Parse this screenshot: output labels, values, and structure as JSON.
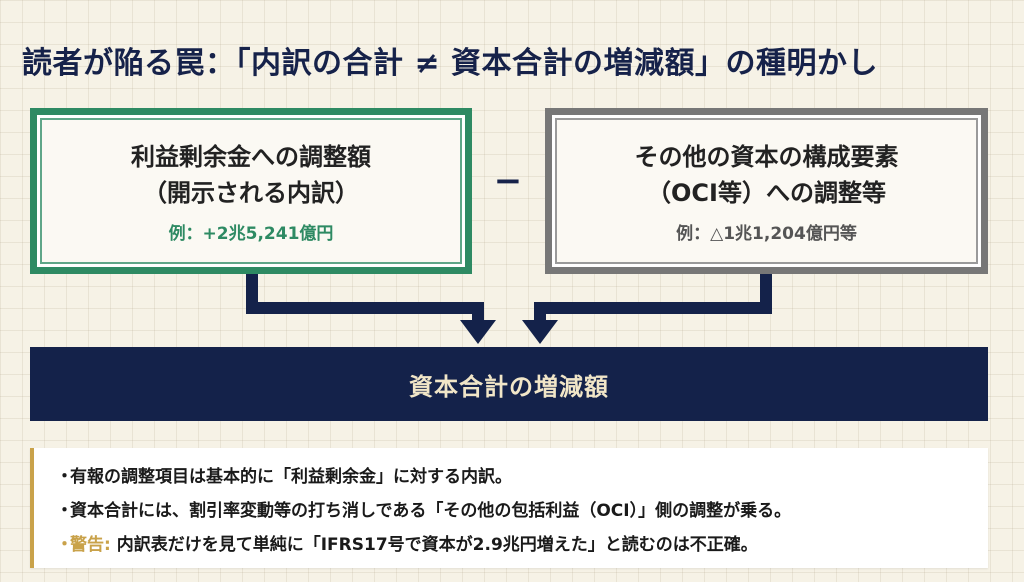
{
  "title": "読者が陥る罠：「内訳の合計 ≠ 資本合計の増減額」の種明かし",
  "left_box": {
    "title_line1": "利益剰余金への調整額",
    "title_line2": "（開示される内訳）",
    "example": "例：+2兆5,241億円"
  },
  "operator": "−",
  "right_box": {
    "title_line1": "その他の資本の構成要素",
    "title_line2": "（OCI等）への調整等",
    "example": "例：△1兆1,204億円等"
  },
  "result": {
    "label": "資本合計の増減額"
  },
  "notes": {
    "bullet_symbol": "・",
    "items": [
      "有報の調整項目は基本的に「利益剰余金」に対する内訳。",
      "資本合計には、割引率変動等の打ち消しである「その他の包括利益（OCI）」側の調整が乗る。"
    ],
    "warning_label": "警告:",
    "warning_text": "内訳表だけを見て単純に「IFRS17号で資本が2.9兆円増えた」と読むのは不正確。"
  },
  "colors": {
    "navy": "#14224a",
    "green": "#2e8a63",
    "gray": "#777777",
    "gold": "#c9a24a"
  }
}
